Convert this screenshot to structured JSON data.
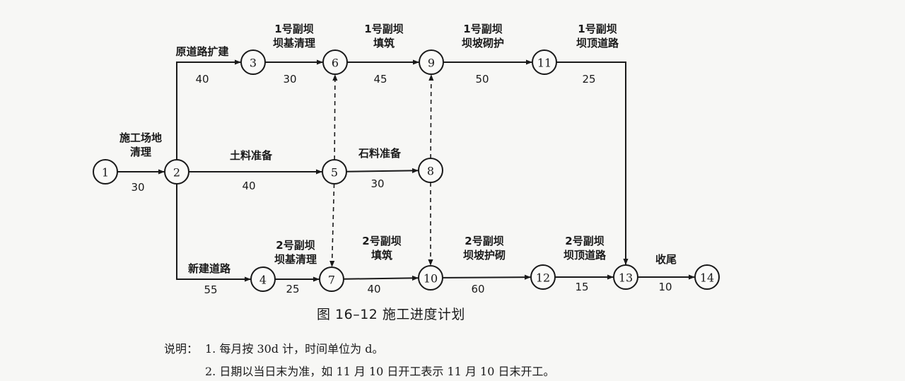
{
  "nodes": [
    {
      "id": "1",
      "label": "1"
    },
    {
      "id": "2",
      "label": "2"
    },
    {
      "id": "3",
      "label": "3"
    },
    {
      "id": "4",
      "label": "4"
    },
    {
      "id": "5",
      "label": "5"
    },
    {
      "id": "6",
      "label": "6"
    },
    {
      "id": "7",
      "label": "7"
    },
    {
      "id": "8",
      "label": "8"
    },
    {
      "id": "9",
      "label": "9"
    },
    {
      "id": "10",
      "label": "10"
    },
    {
      "id": "11",
      "label": "11"
    },
    {
      "id": "12",
      "label": "12"
    },
    {
      "id": "13",
      "label": "13"
    },
    {
      "id": "14",
      "label": "14"
    }
  ],
  "activities": [
    {
      "from": "1",
      "to": "2",
      "name": [
        "施工场地",
        "清理"
      ],
      "duration": "30"
    },
    {
      "from": "2",
      "to": "3",
      "name": [
        "原道路扩建"
      ],
      "duration": "40"
    },
    {
      "from": "2",
      "to": "5",
      "name": [
        "土料准备"
      ],
      "duration": "40"
    },
    {
      "from": "2",
      "to": "4",
      "name": [
        "新建道路"
      ],
      "duration": "55"
    },
    {
      "from": "3",
      "to": "6",
      "name": [
        "1号副坝",
        "坝基清理"
      ],
      "duration": "30"
    },
    {
      "from": "6",
      "to": "9",
      "name": [
        "1号副坝",
        "填筑"
      ],
      "duration": "45"
    },
    {
      "from": "9",
      "to": "11",
      "name": [
        "1号副坝",
        "坝坡砌护"
      ],
      "duration": "50"
    },
    {
      "from": "11",
      "to": "13",
      "name": [
        "1号副坝",
        "坝顶道路"
      ],
      "duration": "25"
    },
    {
      "from": "5",
      "to": "8",
      "name": [
        "石料准备"
      ],
      "duration": "30"
    },
    {
      "from": "4",
      "to": "7",
      "name": [
        "2号副坝",
        "坝基清理"
      ],
      "duration": "25"
    },
    {
      "from": "7",
      "to": "10",
      "name": [
        "2号副坝",
        "填筑"
      ],
      "duration": "40"
    },
    {
      "from": "10",
      "to": "12",
      "name": [
        "2号副坝",
        "坝坡护砌"
      ],
      "duration": "60"
    },
    {
      "from": "12",
      "to": "13",
      "name": [
        "2号副坝",
        "坝顶道路"
      ],
      "duration": "15"
    },
    {
      "from": "13",
      "to": "14",
      "name": [
        "收尾"
      ],
      "duration": "10"
    }
  ],
  "dummies": [
    {
      "from": "5",
      "to": "6"
    },
    {
      "from": "5",
      "to": "7"
    },
    {
      "from": "8",
      "to": "9"
    },
    {
      "from": "8",
      "to": "10"
    }
  ],
  "caption": "图 16–12   施工进度计划",
  "notes": {
    "prefix": "说明：",
    "line1": "1. 每月按 30d 计，时间单位为 d。",
    "line2": "2. 日期以当日末为准，如 11 月 10 日开工表示 11 月 10 日末开工。"
  }
}
